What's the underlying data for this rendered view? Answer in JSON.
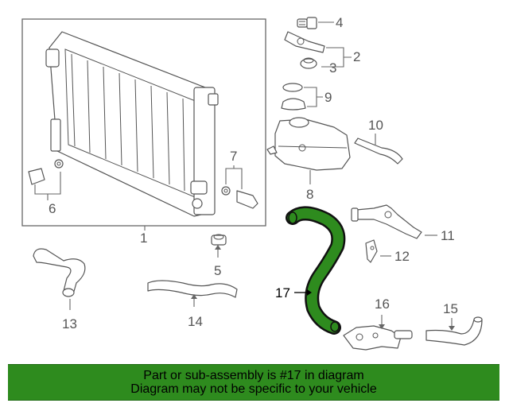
{
  "callouts": {
    "c1": "1",
    "c2": "2",
    "c3": "3",
    "c4": "4",
    "c5": "5",
    "c6": "6",
    "c7": "7",
    "c8": "8",
    "c9": "9",
    "c10": "10",
    "c11": "11",
    "c12": "12",
    "c13": "13",
    "c14": "14",
    "c15": "15",
    "c16": "16",
    "c17": "17"
  },
  "highlight": {
    "part_number": "17",
    "color": "#2e8b1e"
  },
  "banner": {
    "line1": "Part or sub-assembly is #17 in diagram",
    "line2": "Diagram may not be specific to your vehicle",
    "background": "#2e8b1e"
  }
}
